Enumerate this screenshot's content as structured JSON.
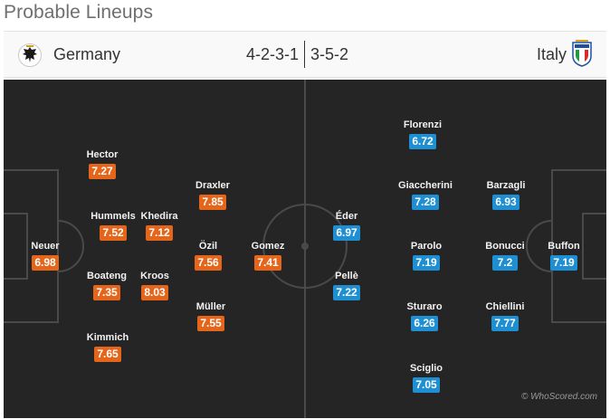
{
  "page": {
    "title": "Probable Lineups"
  },
  "header": {
    "home": {
      "name": "Germany",
      "formation": "4-2-3-1",
      "crest_icon": "germany-eagle-crest"
    },
    "away": {
      "name": "Italy",
      "formation": "3-5-2",
      "crest_icon": "italy-figc-crest"
    }
  },
  "colors": {
    "home_rating": "#e5661b",
    "away_rating": "#1e8fd2",
    "pitch": "#252525"
  },
  "home_players": [
    {
      "name": "Neuer",
      "rating": "6.98"
    },
    {
      "name": "Hector",
      "rating": "7.27"
    },
    {
      "name": "Hummels",
      "rating": "7.52"
    },
    {
      "name": "Boateng",
      "rating": "7.35"
    },
    {
      "name": "Kimmich",
      "rating": "7.65"
    },
    {
      "name": "Khedira",
      "rating": "7.12"
    },
    {
      "name": "Kroos",
      "rating": "8.03"
    },
    {
      "name": "Draxler",
      "rating": "7.85"
    },
    {
      "name": "Özil",
      "rating": "7.56"
    },
    {
      "name": "Müller",
      "rating": "7.55"
    },
    {
      "name": "Gomez",
      "rating": "7.41"
    }
  ],
  "away_players": [
    {
      "name": "Buffon",
      "rating": "7.19"
    },
    {
      "name": "Barzagli",
      "rating": "6.93"
    },
    {
      "name": "Bonucci",
      "rating": "7.2"
    },
    {
      "name": "Chiellini",
      "rating": "7.77"
    },
    {
      "name": "Florenzi",
      "rating": "6.72"
    },
    {
      "name": "Giaccherini",
      "rating": "7.28"
    },
    {
      "name": "Parolo",
      "rating": "7.19"
    },
    {
      "name": "Sturaro",
      "rating": "6.26"
    },
    {
      "name": "Sciglio",
      "rating": "7.05"
    },
    {
      "name": "Éder",
      "rating": "6.97"
    },
    {
      "name": "Pellè",
      "rating": "7.22"
    }
  ],
  "watermark": "© WhoScored.com"
}
